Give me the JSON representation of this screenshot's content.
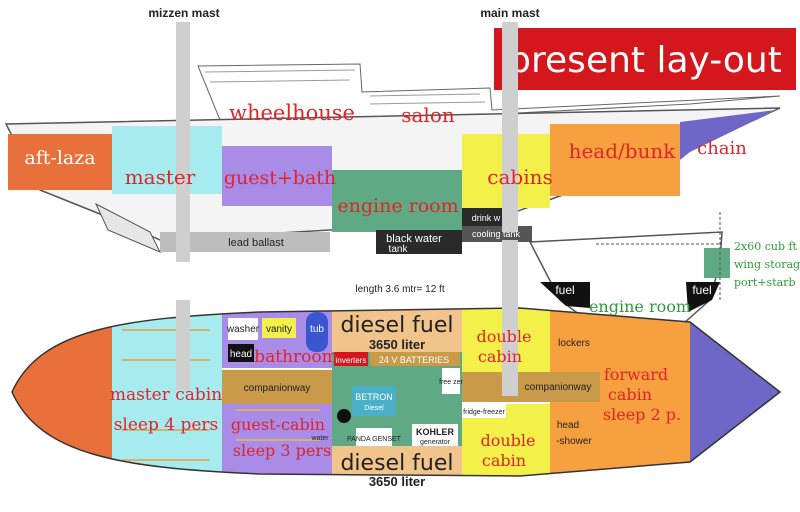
{
  "title": "present lay-out",
  "masts": {
    "mizzen": "mizzen mast",
    "main": "main mast"
  },
  "colors": {
    "title_bg": "#d4171c",
    "title_text": "#ffffff",
    "label_red": "#e0242a",
    "aft": "#e8703a",
    "cyan": "#a6ecee",
    "purple": "#a98ce8",
    "engine": "#5faa84",
    "yellow": "#f3f04a",
    "orange": "#f6a040",
    "blue": "#6e67c8",
    "grey": "#bdbdbd",
    "wood": "#c89a4a",
    "fuel": "#f1c48c"
  },
  "profile": {
    "aft_laza": "aft-laza",
    "master": "master",
    "wheelhouse": "wheelhouse",
    "guest_bath": "guest+bath",
    "salon": "salon",
    "engine_room": "engine  room",
    "cabins": "cabins",
    "head_bunk": "head/bunk",
    "chain": "chain",
    "lead_ballast": "lead ballast",
    "black_water_1": "black water",
    "black_water_2": "tank",
    "drink_w": "drink w",
    "cooling_tank": "cooling tank",
    "length": "length 3.6 mtr= 12 ft"
  },
  "section": {
    "fuel_left": "fuel",
    "fuel_right": "fuel",
    "engine_room": "engine room",
    "note_1": "2x60 cub ft",
    "note_2": "wing storage",
    "note_3": "port+starb"
  },
  "plan": {
    "master_cabin_1": "master cabin",
    "master_cabin_2": "sleep 4 pers",
    "washer": "washer",
    "vanity": "vanity",
    "tub": "tub",
    "head": "head",
    "bathroom": "bathroom",
    "companionway_left": "companionway",
    "guest_cabin_1": "guest-cabin",
    "guest_cabin_2": "sleep 3 pers",
    "water": "water",
    "diesel_top_1": "diesel fuel",
    "diesel_top_2": "3650 liter",
    "inverters": "inverters",
    "batteries": "24 V BATTERIES",
    "freezer": "free zer",
    "betron": "BETRON",
    "betron_sub": "Diesel",
    "panda": "PANDA GENSET",
    "kohler": "KOHLER",
    "kohler_sub": "generator",
    "fridge": "fridge-freezer",
    "diesel_bottom_1": "diesel fuel",
    "diesel_bottom_2": "3650 liter",
    "double_cabin_top_1": "double",
    "double_cabin_top_2": "cabin",
    "double_cabin_bottom_1": "double",
    "double_cabin_bottom_2": "cabin",
    "companionway_right": "companionway",
    "lockers": "lockers",
    "head_shower_1": "head",
    "head_shower_2": "-shower",
    "forward_cabin_1": "forward",
    "forward_cabin_2": "cabin",
    "forward_cabin_3": "sleep 2 p."
  }
}
